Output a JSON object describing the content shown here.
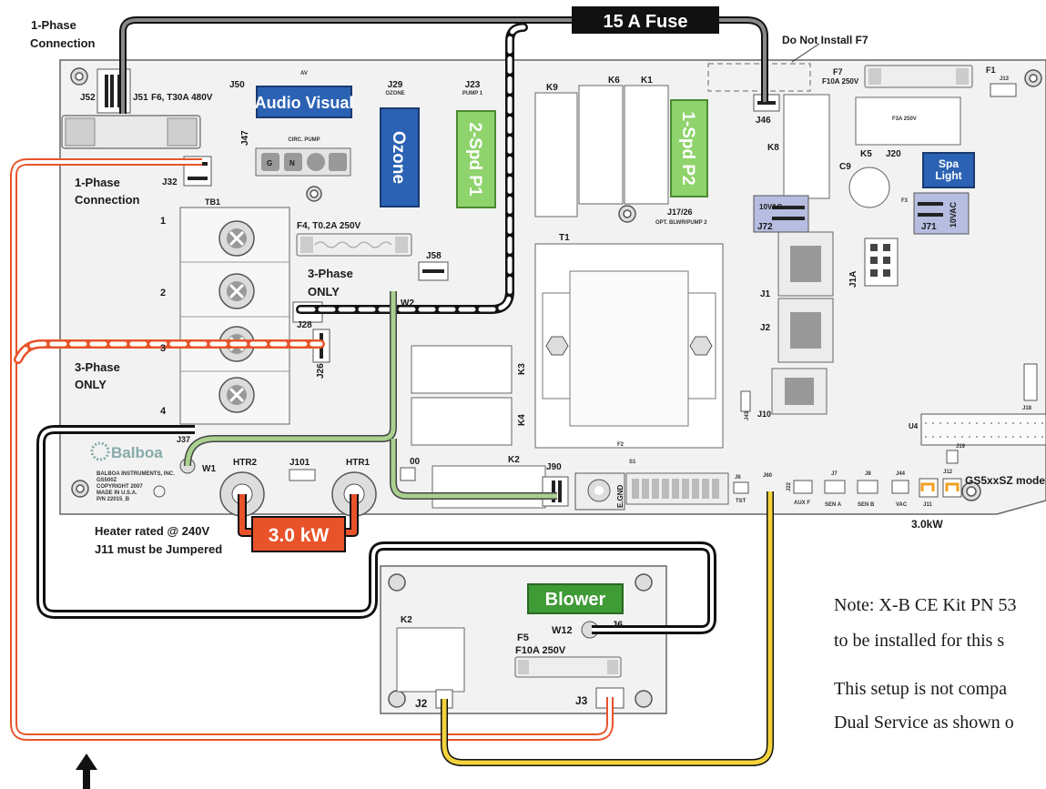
{
  "colors": {
    "board_fill": "#f2f2f2",
    "board_stroke": "#666666",
    "audio_blue": "#2b62b3",
    "ozone_blue": "#2b62b3",
    "pump_green": "#8ed36b",
    "blower_green": "#3f9b35",
    "heater_orange": "#e8532a",
    "fuse_black": "#111111",
    "wire_orange": "#e8532a",
    "wire_yellow": "#f3d23d",
    "wire_green": "#a9d08e",
    "wire_black": "#111111",
    "wire_gray": "#7a7a7a"
  },
  "callouts": {
    "fuse_15a": "15 A Fuse",
    "do_not_install_f7": "Do Not Install F7",
    "one_phase_top": "1-Phase\nConnection",
    "one_phase_left": "1-Phase\nConnection",
    "three_phase_mid": "3-Phase\nONLY",
    "three_phase_left": "3-Phase\nONLY",
    "heater_note": "Heater rated @ 240V\nJ11 must be Jumpered",
    "heater_kw": "3.0 kW",
    "kw_small": "3.0kW",
    "model": "GS5xxSZ mode"
  },
  "components": {
    "audio_visual": "Audio Visual",
    "ozone": "Ozone",
    "pump1": "2-Spd P1",
    "pump2": "1-Spd P2",
    "spa_light": "Spa\nLight",
    "blower": "Blower",
    "vac10_j72": "10VAC",
    "vac10_j71": "10VAC"
  },
  "board_labels": {
    "j52": "J52",
    "j51": "J51",
    "f6": "F6, T30A 480V",
    "j50": "J50",
    "av": "AV",
    "j29": "J29",
    "ozone_small": "OZONE",
    "j23": "J23",
    "pump1_small": "PUMP 1",
    "k9": "K9",
    "k6": "K6",
    "k1": "K1",
    "f7": "F7",
    "f10a": "F10A 250V",
    "f1": "F1",
    "j13": "J13",
    "j46": "J46",
    "f3a": "F3A 250V",
    "k8": "K8",
    "j47": "J47",
    "circ_pump": "CIRC. PUMP",
    "g": "G",
    "n": "N",
    "c9": "C9",
    "k5": "K5",
    "j20": "J20",
    "j32": "J32",
    "tb1": "TB1",
    "j17": "J17/26",
    "opt_blwr": "OPT. BLWR/PUMP 2",
    "j72": "J72",
    "j71": "J71",
    "f3": "F3",
    "f4": "F4, T0.2A 250V",
    "t1": "T1",
    "j58": "J58",
    "w2": "W2",
    "j1a": "J1A",
    "j1": "J1",
    "j28": "J28",
    "j2": "J2",
    "j26": "J26",
    "k3": "K3",
    "k4": "K4",
    "j43": "J43",
    "j10": "J10",
    "j18": "J18",
    "u4": "U4",
    "f2": "F2",
    "k2": "K2",
    "s1": "S1",
    "j90": "J90",
    "egnd": "E.GND",
    "htr2": "HTR2",
    "j101": "J101",
    "htr1": "HTR1",
    "w1": "W1",
    "balboa": "Balboa",
    "balboa_info": "BALBOA INSTRUMENTS, INC.\nGS500Z\nCOPYRIGHT 2007\nMADE IN U.S.A.\nP/N 22015_B",
    "j6": "J6",
    "tst": "TST",
    "j60": "J60",
    "j22": "J22",
    "aux_f": "AUX F",
    "j7": "J7",
    "sen_a": "SEN A",
    "j8": "J8",
    "sen_b": "SEN B",
    "j44": "J44",
    "vac": "VAC",
    "j11": "J11",
    "j12": "J12",
    "j19": "J19",
    "j37": "J37",
    "j00": "00",
    "tb_1": "1",
    "tb_2": "2",
    "tb_3": "3",
    "tb_4": "4"
  },
  "blower_board": {
    "k2": "K2",
    "f5": "F5",
    "f10a": "F10A 250V",
    "w12": "W12",
    "j6": "J6",
    "j2": "J2",
    "j3": "J3"
  },
  "note": {
    "line1": "Note: X-B CE Kit  PN 53",
    "line2": "to be installed for this s",
    "line3": "This setup is not compa",
    "line4": "Dual Service as shown o"
  }
}
